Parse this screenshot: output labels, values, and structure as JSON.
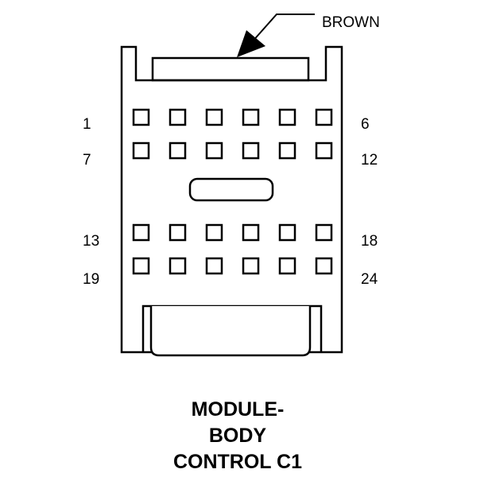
{
  "connector": {
    "wire_color_label": "BROWN",
    "row_labels": {
      "row1_left": "1",
      "row1_right": "6",
      "row2_left": "7",
      "row2_right": "12",
      "row3_left": "13",
      "row3_right": "18",
      "row4_left": "19",
      "row4_right": "24"
    },
    "pin_rows": 4,
    "pins_per_row": 6
  },
  "caption": {
    "line1": "MODULE-",
    "line2": "BODY",
    "line3": "CONTROL C1"
  }
}
